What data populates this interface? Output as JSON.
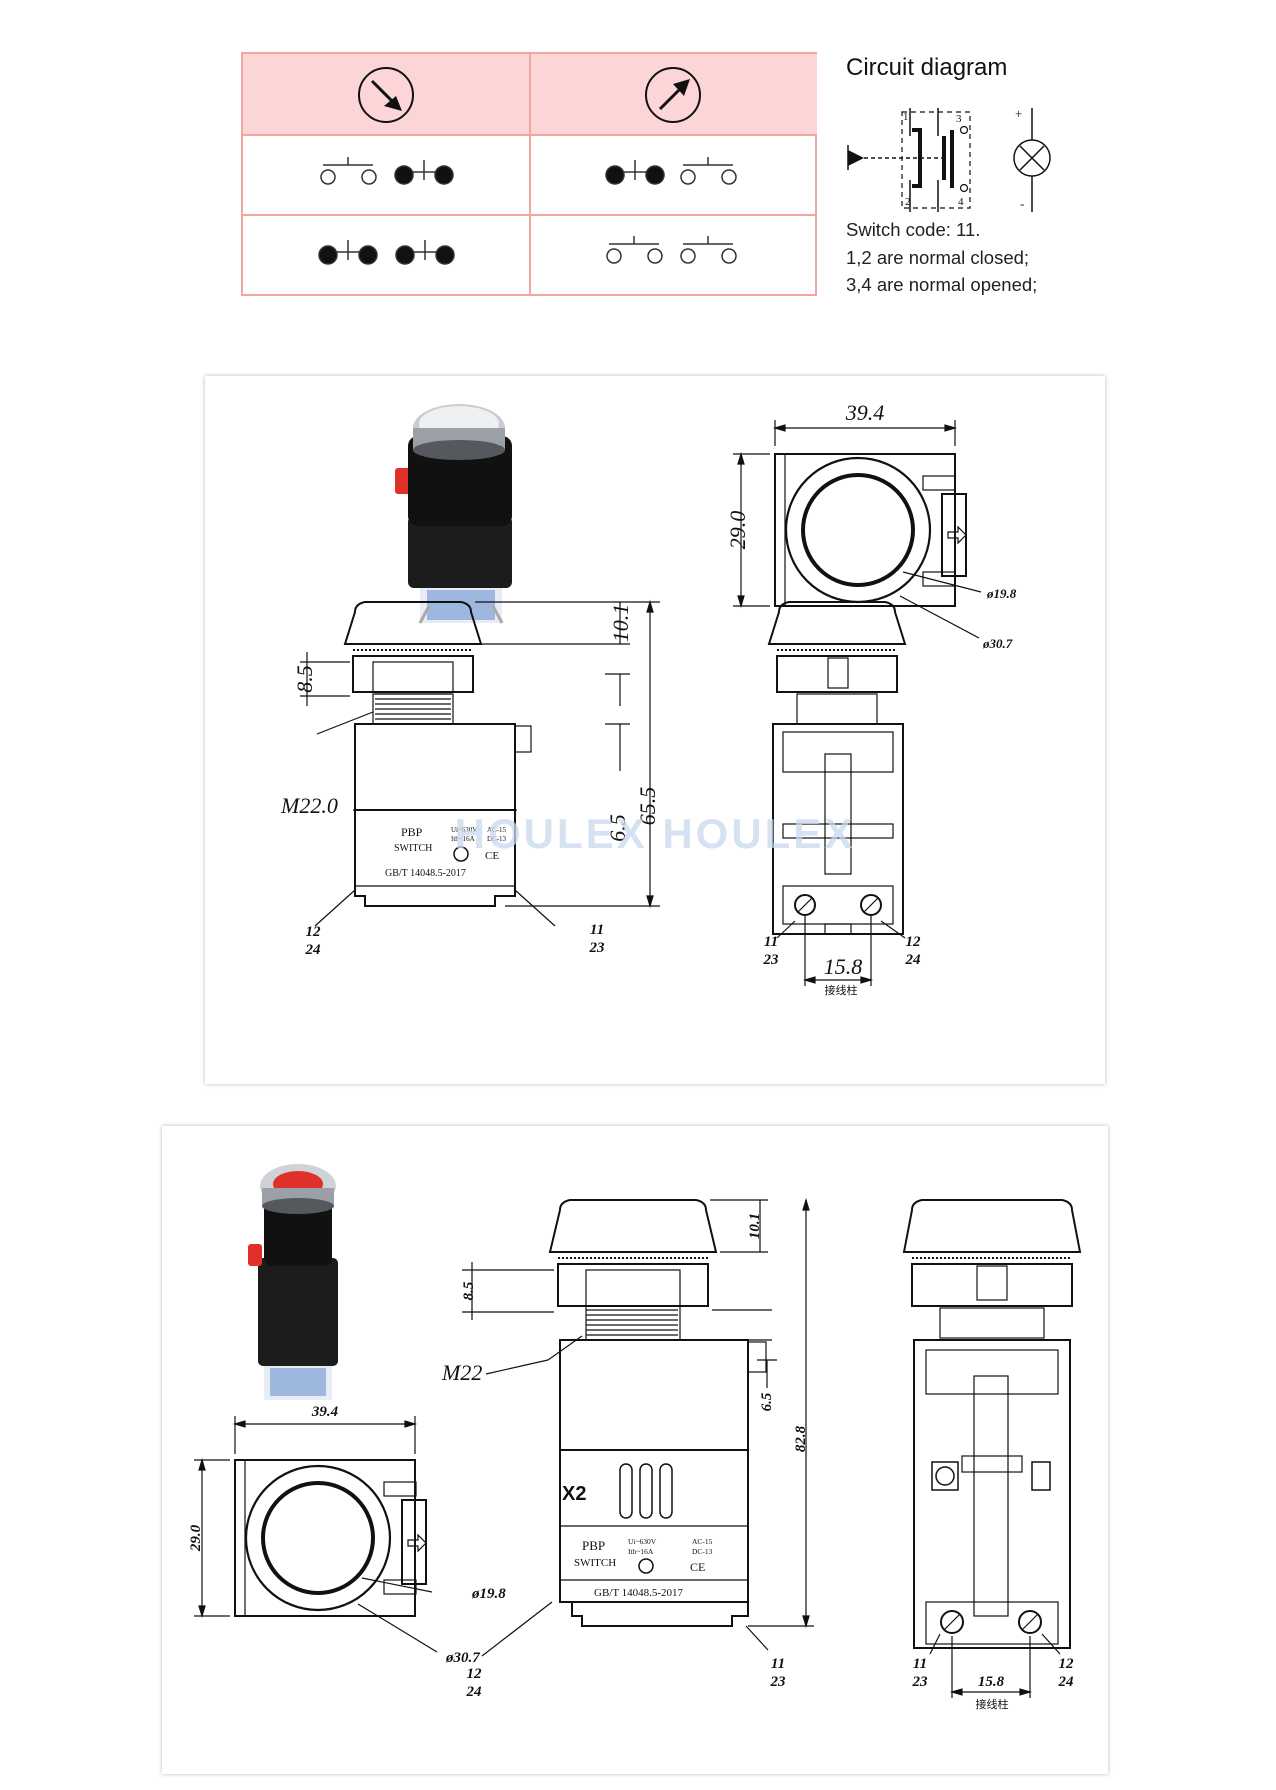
{
  "circuit": {
    "title": "Circuit diagram",
    "switch_code": "Switch code: 11.",
    "note_closed": "1,2 are normal closed;",
    "note_opened": "3,4 are normal opened;",
    "terminals": [
      "1",
      "2",
      "3",
      "4"
    ],
    "lamp_plus": "+",
    "lamp_minus": "-"
  },
  "state_table": {
    "header_icons": [
      "arrow-down-right-icon",
      "arrow-up-right-icon"
    ],
    "rows": [
      [
        "open-open-closed-closed",
        "closed-closed-open-open"
      ],
      [
        "closed-closed-closed-closed",
        "open-open-open-open"
      ]
    ]
  },
  "drawing_1": {
    "dims": {
      "width": "39.4",
      "height": "29.0",
      "inner_dia": "ø19.8",
      "outer_dia": "ø30.7",
      "head_height": "10.1",
      "bezel_height": "8.5",
      "thread": "M22.0",
      "clip": "6.5",
      "total": "65.5",
      "terminal_pitch": "15.8",
      "terminal_note": "接线柱"
    },
    "terminal_labels": {
      "left_top": "12",
      "left_bottom": "24",
      "right_top": "11",
      "right_bottom": "23"
    },
    "body_text": {
      "brand_1": "PBP",
      "brand_2": "SWITCH",
      "rating_1": "Ui~630V",
      "rating_2": "Ith~16A",
      "class_1": "AC-15",
      "class_2": "DC-13",
      "ce": "CE",
      "standard": "GB/T 14048.5-2017"
    },
    "watermark": "HOULEX HOULEX"
  },
  "drawing_2": {
    "dims": {
      "width": "39.4",
      "height": "29.0",
      "inner_dia": "ø19.8",
      "outer_dia": "ø30.7",
      "head_height": "10.1",
      "bezel_height": "8.5",
      "thread": "M22",
      "clip": "6.5",
      "total": "82.8",
      "terminal_pitch": "15.8",
      "terminal_note": "接线柱"
    },
    "terminal_labels": {
      "left_top": "12",
      "left_bottom": "24",
      "right_top": "11",
      "right_bottom": "23"
    },
    "block_label": "X2",
    "body_text": {
      "brand_1": "PBP",
      "brand_2": "SWITCH",
      "rating_1": "Ui~630V",
      "rating_2": "Ith~16A",
      "class_1": "AC-15",
      "class_2": "DC-13",
      "ce": "CE",
      "standard": "GB/T 14048.5-2017"
    }
  },
  "colors": {
    "table_border": "#f0a7a0",
    "table_header": "#fcd6d6",
    "button_red": "#e0302c",
    "base_blue": "#9db7de"
  }
}
